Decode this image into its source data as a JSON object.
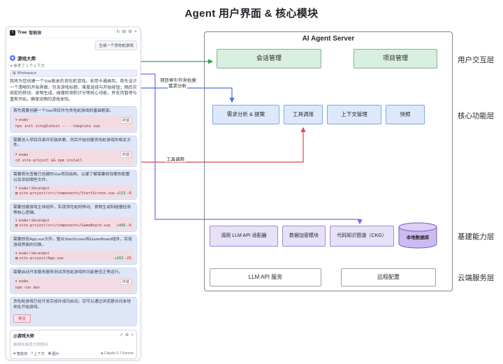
{
  "title": "Agent 用户界面 & 核心模块",
  "icons": {
    "history": "↻",
    "layout": "⊞",
    "settings": "⚙",
    "close": "×",
    "chevron_down": "▾",
    "workspace": "⊞",
    "avatar": "◆",
    "file": "▤",
    "expand": "↗",
    "agent": "◈",
    "context": "#",
    "image": "▦",
    "model": "◈"
  },
  "chat": {
    "brand": "Trae",
    "tab": "智能体",
    "suggestion": "生成一个贪吃蛇游戏",
    "user": "游戏大师",
    "context_row": "参考了 1 个上下文",
    "workspace": "Workspace",
    "intro": "我将为您创建一个Vue版本的贪吃蛇游戏。采用卡通画风，首先设计一个清晰的开始界面，包含游戏标题、难度选择与开始按钮；随后实现蛇的移动、食物生成、碰撞检测和计分等核心功能，并支持暂停与重新开始，确保流畅的游戏体验。",
    "steps": [
      {
        "desc": "首先需要创建一个Vue项目作为贪吃蛇游戏的基础框架。",
        "label": "snake",
        "code": "npx init vite@latest -- --template vue",
        "tag": "终端"
      },
      {
        "desc": "需要进入项目目录并安装依赖，然后开始创建贪吃蛇游戏的相关文件。",
        "label": "snake",
        "code": "cd vite-project && npm install",
        "tag": "终端"
      },
      {
        "desc": "需要首先查看已创建的Vue项目结构，以便了解需要修改哪些配置以及添加哪些文件。",
        "label": "snake / vite-project",
        "path": "vite-project/src/components/StartScreen.vue",
        "add": "+153",
        "del": "-0"
      },
      {
        "desc": "需要创建游戏主体组件，实现贪吃蛇的移动、食物生成和碰撞检测等核心逻辑。",
        "label": "snake / vite-project",
        "path": "vite-project/src/components/GameBoard.vue",
        "add": "+466",
        "del": "-0"
      },
      {
        "desc": "需要修改App.vue文件，整合StartScreen和GameBoard组件，实现游戏界面的切换。",
        "label": "snake / vite-project",
        "path": "vite-project/App.vue",
        "add": "+103",
        "del": "-23"
      },
      {
        "desc": "需要启动开发服务器来测试贪吃蛇游戏的功能是否正常运行。",
        "label": "snake",
        "code": "npm run dev",
        "tag": "终端"
      },
      {
        "desc": "贪吃蛇游戏已经开发完成并成功启动，您可以通过浏览器访问本地地址开始游戏。",
        "button": "预览"
      }
    ],
    "input": {
      "mention": "@游戏大师",
      "placeholder": "继续向游戏大师提问",
      "tools": [
        "智能体",
        "上下文",
        "图片"
      ],
      "model": "Claude-3.7-Sonnet"
    }
  },
  "diagram": {
    "server_title": "AI Agent Server",
    "layers": {
      "interaction": "用户交互层",
      "core": "核心功能层",
      "infra": "基建能力层",
      "cloud": "云端服务层"
    },
    "boxes": {
      "session": "会话管理",
      "project": "项目管理",
      "requirement": "需求分析 & 提案",
      "tool": "工具调用",
      "context": "上下文管理",
      "snapshot": "快照",
      "llm_adapter": "调用 LLM API 适配器",
      "encryption": "数据加密模块",
      "ckg": "代码知识图谱（CKG）",
      "local_db": "本地数据库",
      "llm_service": "LLM API 服务",
      "remote_config": "远程配置"
    },
    "arrow_labels": {
      "index_retrieval": "项目索引信息检索",
      "requirement_analysis": "需求分析",
      "tool_call": "工具调用"
    },
    "colors": {
      "green": "#34a853",
      "blue": "#4c6fe7",
      "red": "#e0484d",
      "purple": "#8b5cf6"
    }
  }
}
